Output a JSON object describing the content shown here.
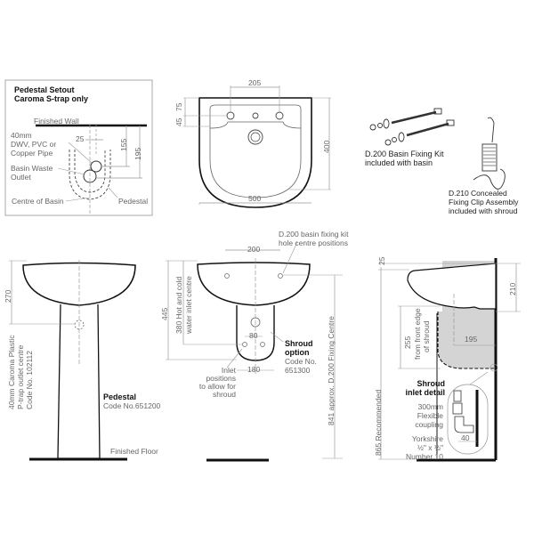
{
  "setout": {
    "title_line1": "Pedestal Setout",
    "title_line2": "Caroma S-trap only",
    "finished_wall": "Finished Wall",
    "pipe_line1": "40mm",
    "pipe_line2": "DWV, PVC or",
    "pipe_line3": "Copper Pipe",
    "waste_line1": "Basin Waste",
    "waste_line2": "Outlet",
    "centre": "Centre of Basin",
    "pedestal": "Pedestal",
    "dim_25": "25",
    "dim_155": "155",
    "dim_195": "195"
  },
  "plan": {
    "dim_205": "205",
    "dim_75": "75",
    "dim_45": "45",
    "dim_400": "400",
    "dim_500": "500"
  },
  "fixing_kit": {
    "d200_line1": "D.200 Basin Fixing Kit",
    "d200_line2": "included with basin",
    "d210_line1": "D.210 Concealed",
    "d210_line2": "Fixing Clip Assembly",
    "d210_line3": "included with shroud"
  },
  "pedestal_front": {
    "dim_270": "270",
    "ptrap_line1": "40mm Caroma Plastic",
    "ptrap_line2": "P-trap outlet centre",
    "ptrap_line3": "Code No. 102112",
    "pedestal_title": "Pedestal",
    "pedestal_code": "Code No.651200",
    "floor": "Finished Floor"
  },
  "shroud_front": {
    "dim_445": "445",
    "inlet_line1": "380 Hot and cold",
    "inlet_line2": "water inlet centre",
    "dim_200": "200",
    "kit_line1": "D.200 basin fixing kit",
    "kit_line2": "hole centre positions",
    "dim_80": "80",
    "dim_180": "180",
    "shroud_title1": "Shroud",
    "shroud_title2": "option",
    "shroud_code1": "Code No.",
    "shroud_code2": "651300",
    "inlet_pos1": "Inlet",
    "inlet_pos2": "positions",
    "inlet_pos3": "to allow for",
    "inlet_pos4": "shroud",
    "fixing_centre": "841 approx. D.200 Fixing Centre"
  },
  "side_view": {
    "dim_25": "25",
    "dim_210": "210",
    "dim_255": "255",
    "front_edge1": "from front edge",
    "front_edge2": "of shroud",
    "dim_195": "195",
    "recommended": "865 Recommended",
    "detail1": "Shroud",
    "detail2": "inlet detail",
    "coupling1": "300mm",
    "coupling2": "Flexible",
    "coupling3": "coupling",
    "yorkshire1": "Yorkshire",
    "yorkshire2": "½\" x ½\"",
    "yorkshire3": "Number 10",
    "dim_40": "40"
  }
}
